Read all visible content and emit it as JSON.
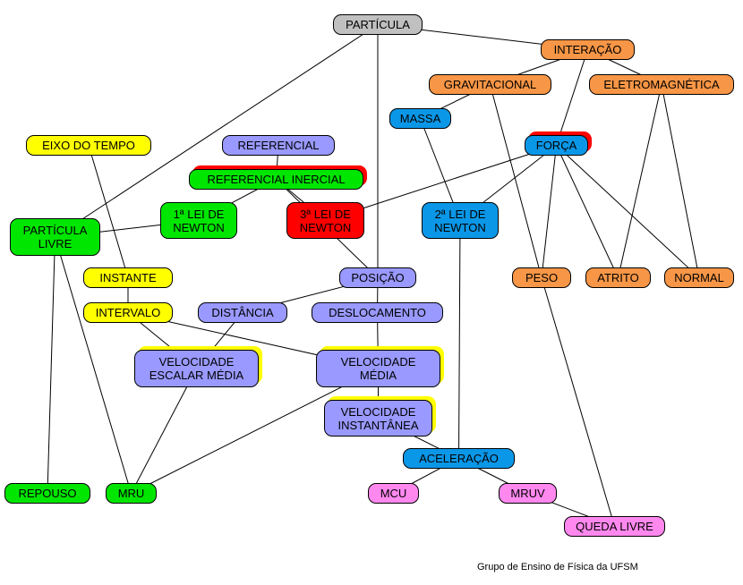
{
  "colors": {
    "gray": "#c0c0c0",
    "orange": "#f79646",
    "blue": "#0b97e8",
    "yellow": "#ffff00",
    "periwinkle": "#9999ff",
    "green": "#00e600",
    "red": "#ff0000",
    "pink": "#ff88ee",
    "line": "#000000"
  },
  "nodes": {
    "particula": "PARTÍCULA",
    "interacao": "INTERAÇÃO",
    "gravitacional": "GRAVITACIONAL",
    "eletromagnetica": "ELETROMAGNÉTICA",
    "massa": "MASSA",
    "forca": "FORÇA",
    "eixo_do_tempo": "EIXO DO TEMPO",
    "referencial": "REFERENCIAL",
    "referencial_inercial": "REFERENCIAL INERCIAL",
    "primeira_lei": "1ª LEI DE\nNEWTON",
    "terceira_lei": "3ª LEI DE\nNEWTON",
    "segunda_lei": "2ª LEI DE\nNEWTON",
    "particula_livre": "PARTÍCULA\nLIVRE",
    "instante": "INSTANTE",
    "intervalo": "INTERVALO",
    "posicao": "POSIÇÃO",
    "distancia": "DISTÂNCIA",
    "deslocamento": "DESLOCAMENTO",
    "peso": "PESO",
    "atrito": "ATRITO",
    "normal": "NORMAL",
    "velocidade_escalar_media": "VELOCIDADE\nESCALAR MÉDIA",
    "velocidade_media": "VELOCIDADE\nMÉDIA",
    "velocidade_instantanea": "VELOCIDADE\nINSTANTÂNEA",
    "aceleracao": "ACELERAÇÃO",
    "repouso": "REPOUSO",
    "mru": "MRU",
    "mcu": "MCU",
    "mruv": "MRUV",
    "queda_livre": "QUEDA LIVRE"
  },
  "edges": [
    [
      "particula",
      "interacao"
    ],
    [
      "particula",
      "particula_livre"
    ],
    [
      "particula",
      "posicao"
    ],
    [
      "interacao",
      "gravitacional"
    ],
    [
      "interacao",
      "eletromagnetica"
    ],
    [
      "interacao",
      "forca"
    ],
    [
      "gravitacional",
      "massa"
    ],
    [
      "gravitacional",
      "peso"
    ],
    [
      "eletromagnetica",
      "atrito"
    ],
    [
      "eletromagnetica",
      "normal"
    ],
    [
      "massa",
      "segunda_lei"
    ],
    [
      "forca",
      "terceira_lei"
    ],
    [
      "forca",
      "segunda_lei"
    ],
    [
      "forca",
      "peso"
    ],
    [
      "forca",
      "atrito"
    ],
    [
      "forca",
      "normal"
    ],
    [
      "referencial",
      "referencial_inercial"
    ],
    [
      "referencial_inercial",
      "primeira_lei"
    ],
    [
      "referencial_inercial",
      "terceira_lei"
    ],
    [
      "referencial_inercial",
      "posicao"
    ],
    [
      "primeira_lei",
      "particula_livre"
    ],
    [
      "eixo_do_tempo",
      "instante"
    ],
    [
      "instante",
      "intervalo"
    ],
    [
      "intervalo",
      "velocidade_escalar_media"
    ],
    [
      "intervalo",
      "velocidade_media"
    ],
    [
      "posicao",
      "distancia"
    ],
    [
      "posicao",
      "deslocamento"
    ],
    [
      "distancia",
      "velocidade_escalar_media"
    ],
    [
      "deslocamento",
      "velocidade_media"
    ],
    [
      "velocidade_media",
      "velocidade_instantanea"
    ],
    [
      "velocidade_media",
      "mru"
    ],
    [
      "velocidade_escalar_media",
      "mru"
    ],
    [
      "velocidade_instantanea",
      "aceleracao"
    ],
    [
      "segunda_lei",
      "aceleracao"
    ],
    [
      "aceleracao",
      "mcu"
    ],
    [
      "aceleracao",
      "mruv"
    ],
    [
      "mruv",
      "queda_livre"
    ],
    [
      "peso",
      "queda_livre"
    ],
    [
      "particula_livre",
      "repouso"
    ],
    [
      "particula_livre",
      "mru"
    ]
  ],
  "footer": {
    "credit": "Grupo de Ensino de Física da UFSM"
  }
}
